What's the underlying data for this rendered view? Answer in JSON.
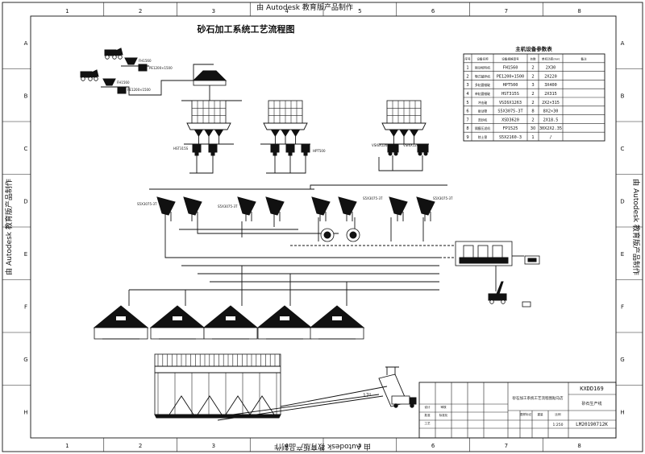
{
  "sheet": {
    "watermark": "由 Autodesk 教育版产品制作",
    "col_refs": [
      "1",
      "2",
      "3",
      "4",
      "5",
      "6",
      "7",
      "8"
    ],
    "row_refs": [
      "A",
      "B",
      "C",
      "D",
      "E",
      "F",
      "G",
      "H"
    ]
  },
  "drawing_title": "砂石加工系统工艺流程图",
  "equipment_table": {
    "title": "主机设备参数表",
    "headers": [
      "序号",
      "设备名称",
      "设备规格型号",
      "台数",
      "单机功率(kw)",
      "备注"
    ],
    "rows": [
      {
        "no": "1",
        "name": "振动给料机",
        "model": "FH1560",
        "qty": "2",
        "power": "2X30",
        "note": ""
      },
      {
        "no": "2",
        "name": "颚式破碎机",
        "model": "PE1200×1500",
        "qty": "2",
        "power": "2X220",
        "note": ""
      },
      {
        "no": "3",
        "name": "多缸圆锥破",
        "model": "HPT500",
        "qty": "3",
        "power": "3X400",
        "note": ""
      },
      {
        "no": "4",
        "name": "单缸圆锥破",
        "model": "HST315S",
        "qty": "2",
        "power": "2X315",
        "note": ""
      },
      {
        "no": "5",
        "name": "冲击破",
        "model": "VSI6X1263",
        "qty": "2",
        "power": "2X2×315",
        "note": ""
      },
      {
        "no": "6",
        "name": "振动筛",
        "model": "S5X3075-3T",
        "qty": "8",
        "power": "8X2×30",
        "note": ""
      },
      {
        "no": "7",
        "name": "洗砂机",
        "model": "XSD3620",
        "qty": "2",
        "power": "2X18.5",
        "note": ""
      },
      {
        "no": "8",
        "name": "隔膜压滤机",
        "model": "FP1525",
        "qty": "30",
        "power": "30X2X2.35",
        "note": ""
      },
      {
        "no": "9",
        "name": "除土筛",
        "model": "S5X2160-3",
        "qty": "1",
        "power": "/",
        "note": ""
      }
    ]
  },
  "flow_labels": {
    "feeder_a": "FH1560",
    "jaw_a": "PE1200×1500",
    "feeder_b": "FH1560",
    "jaw_b": "PE1200×1500",
    "cone_single": "HST315S",
    "cone_multi": "HPT500",
    "vsi_a": "VSI6X1263",
    "vsi_b": "VSI6X1263",
    "screen_1": "S5X3075-3T",
    "screen_2": "S5X3075-3T",
    "screen_3": "S5X3075-3T",
    "screen_4": "S5X3075-3T",
    "angle": "17°"
  },
  "title_block": {
    "drawing_no": "KXDD169",
    "drawing_name": "砂石加工系统工艺流程图贴马店",
    "line_name": "砂石生产线",
    "scale": "1:250",
    "doc_no": "LM20190712K",
    "cells": [
      "设计",
      "审核",
      "工艺",
      "标准化",
      "批准",
      "图样标记",
      "重量",
      "比例"
    ]
  }
}
